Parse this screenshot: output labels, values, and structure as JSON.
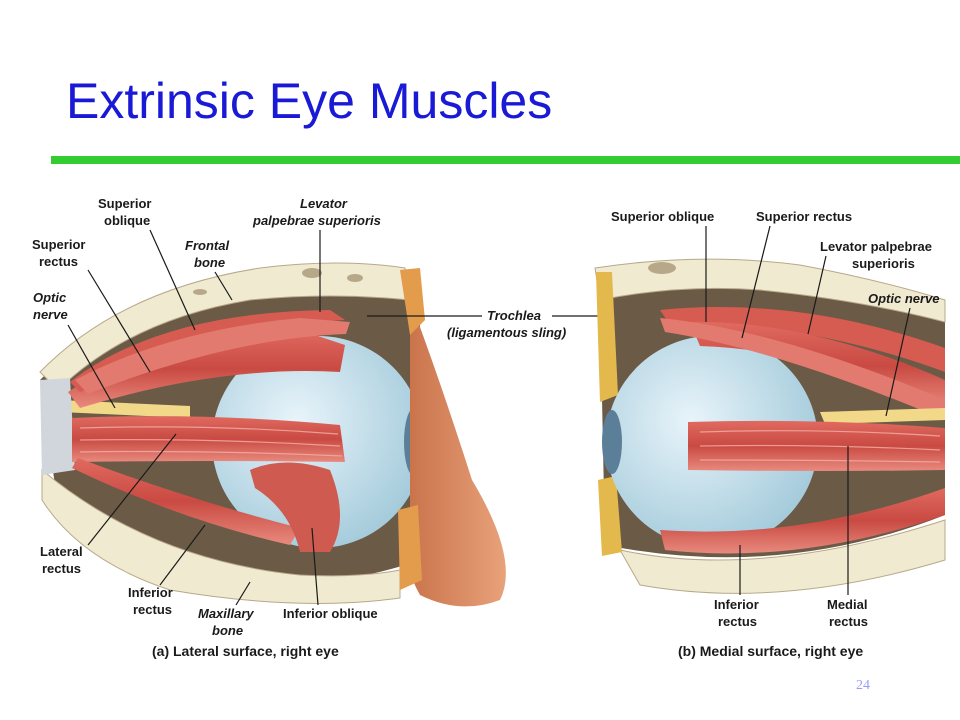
{
  "slide": {
    "title": "Extrinsic Eye Muscles",
    "page_number": "24"
  },
  "colors": {
    "title": "#1a1ad6",
    "rule": "#33cc33",
    "page_number": "#9999ff",
    "muscle": "#d9534f",
    "bone": "#f0ead0",
    "eyeball": "#c8e2ee",
    "nerve": "#f2d98a",
    "skin": "#d98a5c"
  },
  "panel_a": {
    "caption": "(a) Lateral surface, right eye",
    "labels": {
      "superior_oblique": [
        "Superior",
        "oblique"
      ],
      "levator": [
        "Levator",
        "palpebrae superioris"
      ],
      "superior_rectus": [
        "Superior",
        "rectus"
      ],
      "frontal_bone": [
        "Frontal",
        "bone"
      ],
      "optic_nerve": [
        "Optic",
        "nerve"
      ],
      "lateral_rectus": [
        "Lateral",
        "rectus"
      ],
      "inferior_rectus": [
        "Inferior",
        "rectus"
      ],
      "maxillary_bone": [
        "Maxillary",
        "bone"
      ],
      "inferior_oblique": "Inferior oblique"
    }
  },
  "panel_b": {
    "caption": "(b) Medial surface, right eye",
    "labels": {
      "superior_oblique": "Superior oblique",
      "superior_rectus": "Superior rectus",
      "levator": [
        "Levator palpebrae",
        "superioris"
      ],
      "optic_nerve": "Optic nerve",
      "inferior_rectus": [
        "Inferior",
        "rectus"
      ],
      "medial_rectus": [
        "Medial",
        "rectus"
      ]
    }
  },
  "trochlea": [
    "Trochlea",
    "(ligamentous sling)"
  ]
}
